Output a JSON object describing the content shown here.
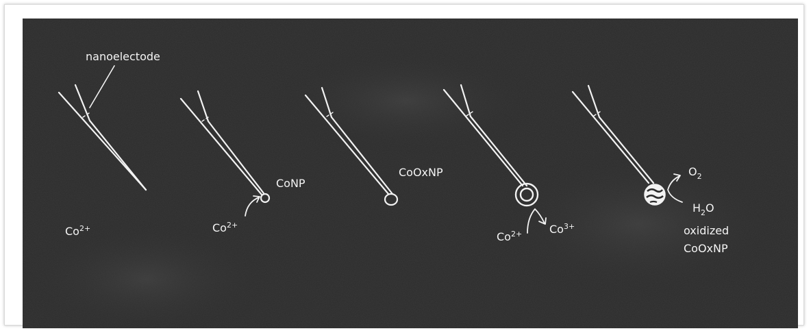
{
  "labels": {
    "nanoelectrode": "nanoelectode",
    "cobalt_ion_1": "Co",
    "cobalt_ion_1_sup": "2+",
    "cobalt_ion_2": "Co",
    "cobalt_ion_2_sup": "2+",
    "conp": "CoNP",
    "coox_np": "CoOxNP",
    "cobalt_ion_3": "Co",
    "cobalt_ion_3_sup": "2+",
    "cobalt_ion_4": "Co",
    "cobalt_ion_4_sup": "3+",
    "oxygen_main": "O",
    "oxygen_sub": "2",
    "water_h": "H",
    "water_sub": "2",
    "water_o": "O",
    "oxidized_line1": "oxidized",
    "oxidized_line2": "CoOxNP"
  },
  "colors": {
    "board": "#2b2b2b",
    "chalk": "#f2f2f2",
    "frame": "#ffffff"
  }
}
